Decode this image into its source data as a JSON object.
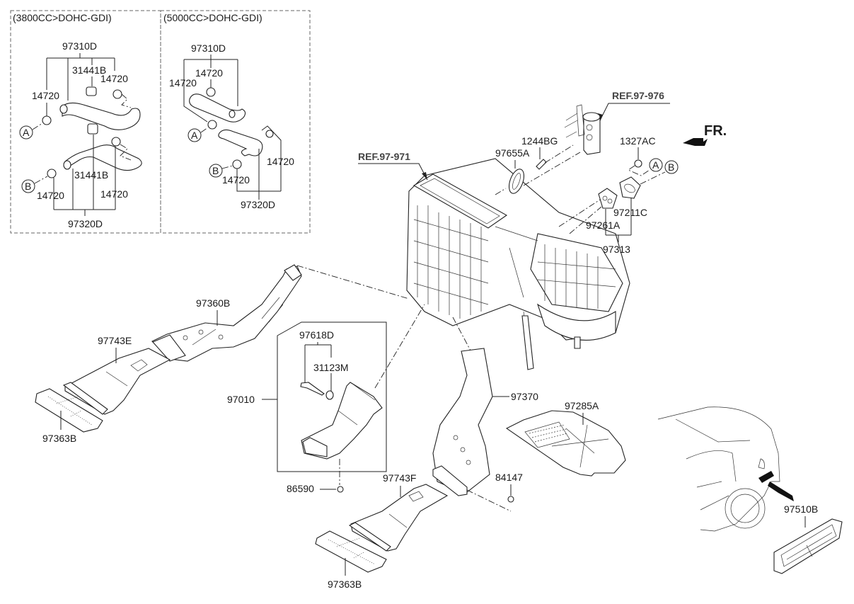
{
  "diagram": {
    "kind": "exploded parts diagram - HVAC heater/blower unit & ducts",
    "direction_indicator": "FR.",
    "references": [
      "REF.97-971",
      "REF.97-976"
    ],
    "inset_left": {
      "header": "(3800CC>DOHC-GDI)",
      "labels": {
        "upper_hose_group": "97310D",
        "upper_connector": "31441B",
        "upper_clamp_right": "14720",
        "upper_clamp_left": "14720",
        "lower_connector": "31441B",
        "lower_clamp_left": "14720",
        "lower_clamp_right": "14720",
        "lower_hose_group": "97320D"
      },
      "callouts": [
        "A",
        "B"
      ]
    },
    "inset_right": {
      "header": "(5000CC>DOHC-GDI)",
      "labels": {
        "upper_hose_group": "97310D",
        "upper_clamp_center": "14720",
        "upper_clamp_left": "14720",
        "lower_clamp_right": "14720",
        "lower_clamp_left": "14720",
        "lower_hose_group": "97320D"
      },
      "callouts": [
        "A",
        "B"
      ]
    },
    "main": {
      "bolt": "1244BG",
      "seal": "97655A",
      "nut": "1327AC",
      "gasket_a": "97211C",
      "gasket_b": "97261A",
      "gasket_group": "97313",
      "callouts": [
        "A",
        "B"
      ],
      "rear_duct_left": "97360B",
      "connector_left": "97743E",
      "grille_left": "97363B",
      "duct_assembly": "97010",
      "sensor_group": "97618D",
      "o_ring": "31123M",
      "clip": "86590",
      "rear_duct_right": "97370",
      "cover": "97285A",
      "nut_right": "84147",
      "connector_right": "97743F",
      "grille_right": "97363B",
      "extractor_grille": "97510B"
    }
  }
}
